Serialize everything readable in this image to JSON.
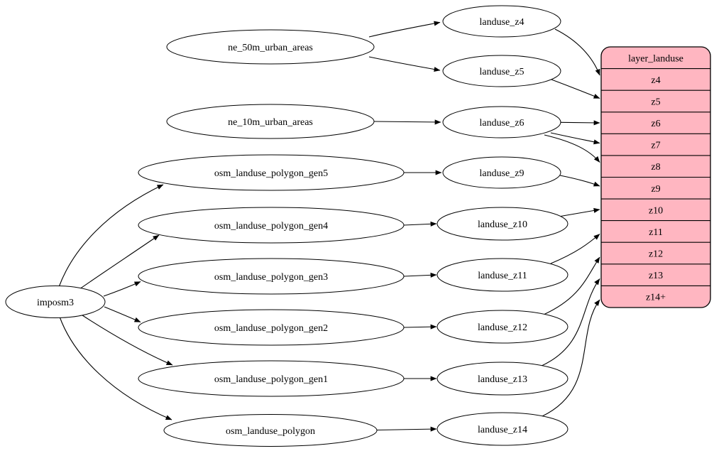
{
  "diagram": {
    "background_color": "#ffffff",
    "nodes": [
      {
        "id": "imposm3",
        "label": "imposm3"
      },
      {
        "id": "ne_50m_urban_areas",
        "label": "ne_50m_urban_areas"
      },
      {
        "id": "ne_10m_urban_areas",
        "label": "ne_10m_urban_areas"
      },
      {
        "id": "osm_landuse_polygon_gen5",
        "label": "osm_landuse_polygon_gen5"
      },
      {
        "id": "osm_landuse_polygon_gen4",
        "label": "osm_landuse_polygon_gen4"
      },
      {
        "id": "osm_landuse_polygon_gen3",
        "label": "osm_landuse_polygon_gen3"
      },
      {
        "id": "osm_landuse_polygon_gen2",
        "label": "osm_landuse_polygon_gen2"
      },
      {
        "id": "osm_landuse_polygon_gen1",
        "label": "osm_landuse_polygon_gen1"
      },
      {
        "id": "osm_landuse_polygon",
        "label": "osm_landuse_polygon"
      },
      {
        "id": "landuse_z4",
        "label": "landuse_z4"
      },
      {
        "id": "landuse_z5",
        "label": "landuse_z5"
      },
      {
        "id": "landuse_z6",
        "label": "landuse_z6"
      },
      {
        "id": "landuse_z9",
        "label": "landuse_z9"
      },
      {
        "id": "landuse_z10",
        "label": "landuse_z10"
      },
      {
        "id": "landuse_z11",
        "label": "landuse_z11"
      },
      {
        "id": "landuse_z12",
        "label": "landuse_z12"
      },
      {
        "id": "landuse_z13",
        "label": "landuse_z13"
      },
      {
        "id": "landuse_z14",
        "label": "landuse_z14"
      }
    ],
    "table": {
      "title": "layer_landuse",
      "rows": [
        "z4",
        "z5",
        "z6",
        "z7",
        "z8",
        "z9",
        "z10",
        "z11",
        "z12",
        "z13",
        "z14+"
      ],
      "fill": "#ffb6c1",
      "stroke": "#000000"
    },
    "edges": [
      {
        "from": "ne_50m_urban_areas",
        "to": "landuse_z4"
      },
      {
        "from": "ne_50m_urban_areas",
        "to": "landuse_z5"
      },
      {
        "from": "ne_10m_urban_areas",
        "to": "landuse_z6"
      },
      {
        "from": "imposm3",
        "to": "osm_landuse_polygon_gen5"
      },
      {
        "from": "imposm3",
        "to": "osm_landuse_polygon_gen4"
      },
      {
        "from": "imposm3",
        "to": "osm_landuse_polygon_gen3"
      },
      {
        "from": "imposm3",
        "to": "osm_landuse_polygon_gen2"
      },
      {
        "from": "imposm3",
        "to": "osm_landuse_polygon_gen1"
      },
      {
        "from": "imposm3",
        "to": "osm_landuse_polygon"
      },
      {
        "from": "osm_landuse_polygon_gen5",
        "to": "landuse_z9"
      },
      {
        "from": "osm_landuse_polygon_gen4",
        "to": "landuse_z10"
      },
      {
        "from": "osm_landuse_polygon_gen3",
        "to": "landuse_z11"
      },
      {
        "from": "osm_landuse_polygon_gen2",
        "to": "landuse_z12"
      },
      {
        "from": "osm_landuse_polygon_gen1",
        "to": "landuse_z13"
      },
      {
        "from": "osm_landuse_polygon",
        "to": "landuse_z14"
      },
      {
        "from": "landuse_z4",
        "to": "layer_landuse.z4"
      },
      {
        "from": "landuse_z5",
        "to": "layer_landuse.z5"
      },
      {
        "from": "landuse_z6",
        "to": "layer_landuse.z6"
      },
      {
        "from": "landuse_z6",
        "to": "layer_landuse.z7"
      },
      {
        "from": "landuse_z6",
        "to": "layer_landuse.z8"
      },
      {
        "from": "landuse_z9",
        "to": "layer_landuse.z9"
      },
      {
        "from": "landuse_z10",
        "to": "layer_landuse.z10"
      },
      {
        "from": "landuse_z11",
        "to": "layer_landuse.z11"
      },
      {
        "from": "landuse_z12",
        "to": "layer_landuse.z12"
      },
      {
        "from": "landuse_z13",
        "to": "layer_landuse.z13"
      },
      {
        "from": "landuse_z14",
        "to": "layer_landuse.z14+"
      }
    ]
  }
}
